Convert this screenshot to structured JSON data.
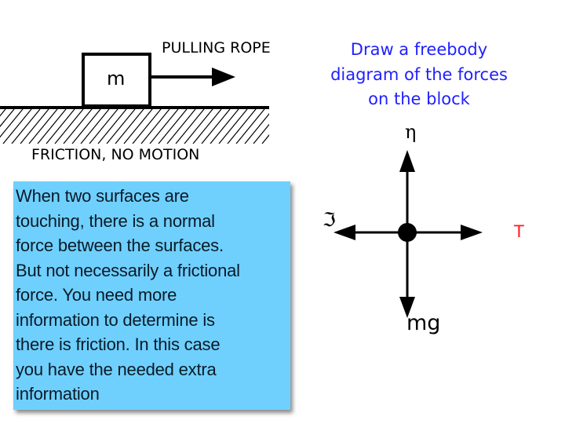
{
  "setup": {
    "mass_label": "m",
    "rope_label": "PULLING ROPE",
    "surface_label": "FRICTION,  NO MOTION"
  },
  "prompt": {
    "lines": [
      "Draw a freebody",
      "diagram of the forces",
      "on the block"
    ],
    "color": "#1f1fff"
  },
  "freebody": {
    "normal_label": "η",
    "friction_label": "ℑ",
    "tension_label": "T",
    "weight_label": "mg",
    "tension_color": "#ff1a1a"
  },
  "callout": {
    "color": "#6fd0fd",
    "lines": [
      "When two surfaces are",
      "touching, there is a normal",
      "force between the surfaces.",
      "But not necessarily a frictional",
      "force. You need more",
      "information to determine is",
      "there is friction. In this case",
      "you have the needed extra",
      "information"
    ]
  }
}
